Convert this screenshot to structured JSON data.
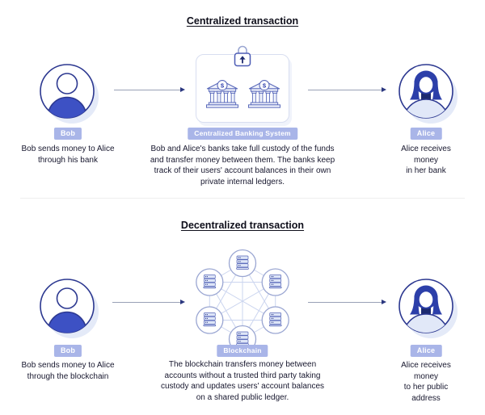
{
  "colors": {
    "accent_blue": "#3d51c4",
    "navy_outline": "#2c3890",
    "badge_bg": "#a9b5e8",
    "badge_text": "#ffffff",
    "light_fill": "#e3eaf9",
    "network_line": "#cbd5ef",
    "arrow_line": "#99a0b6",
    "arrow_head": "#2b377f",
    "body_text": "#17172e"
  },
  "centralized": {
    "title": "Centralized transaction",
    "sender": {
      "label": "Bob",
      "caption": "Bob sends money to Alice\nthrough his bank"
    },
    "system": {
      "label": "Centralized Banking System",
      "caption": "Bob and Alice's banks take full custody of the funds\nand transfer money between them. The banks keep\ntrack of their users' account balances in their own\nprivate internal ledgers."
    },
    "receiver": {
      "label": "Alice",
      "caption": "Alice receives money\nin her bank"
    }
  },
  "decentralized": {
    "title": "Decentralized transaction",
    "sender": {
      "label": "Bob",
      "caption": "Bob sends money to Alice\nthrough the blockchain"
    },
    "system": {
      "label": "Blockchain",
      "caption": "The blockchain transfers money between\naccounts without a trusted third party taking\ncustody and updates users' account balances\non a shared public ledger."
    },
    "receiver": {
      "label": "Alice",
      "caption": "Alice receives money\nto her public address"
    }
  },
  "icons": {
    "bank_dollar": "$",
    "names": [
      "male-avatar-icon",
      "female-avatar-icon",
      "bank-building-icon",
      "padlock-icon",
      "server-node-icon",
      "blockchain-network-icon",
      "arrow-right-icon"
    ]
  }
}
